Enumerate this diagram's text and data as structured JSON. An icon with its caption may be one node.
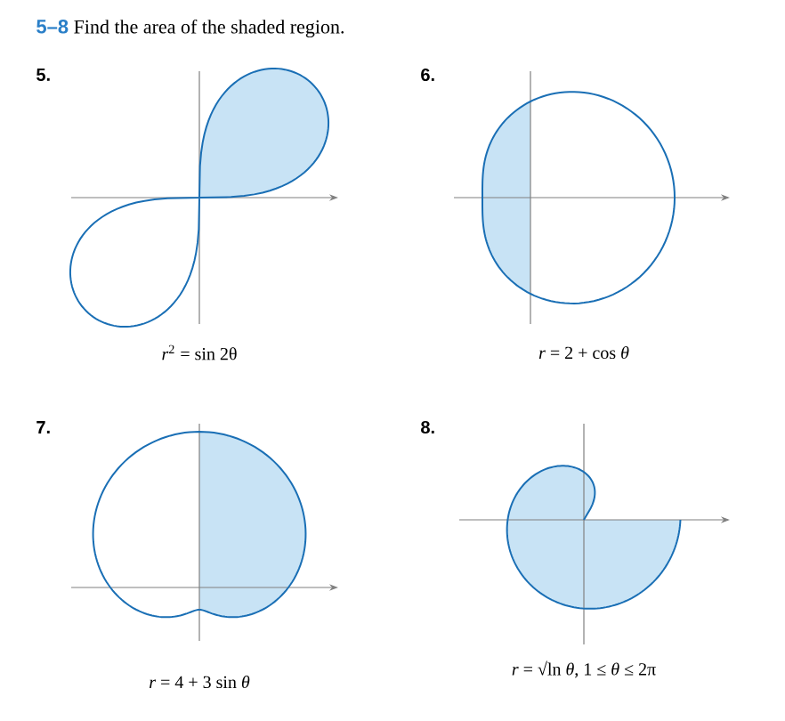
{
  "diagram": {
    "title": "**5–8** Find the area of the shaded region.",
    "labels": [
      "5.",
      "6.",
      "7.",
      "8.",
      "*r*$^{2}$ = sin 2θ",
      "*r* = 2 + cos *θ*",
      "*r* = 4 + 3 sin *θ*",
      "*r* = √ln *θ*, 1 ≤ *θ* ≤ 2π"
    ]
  }
}
